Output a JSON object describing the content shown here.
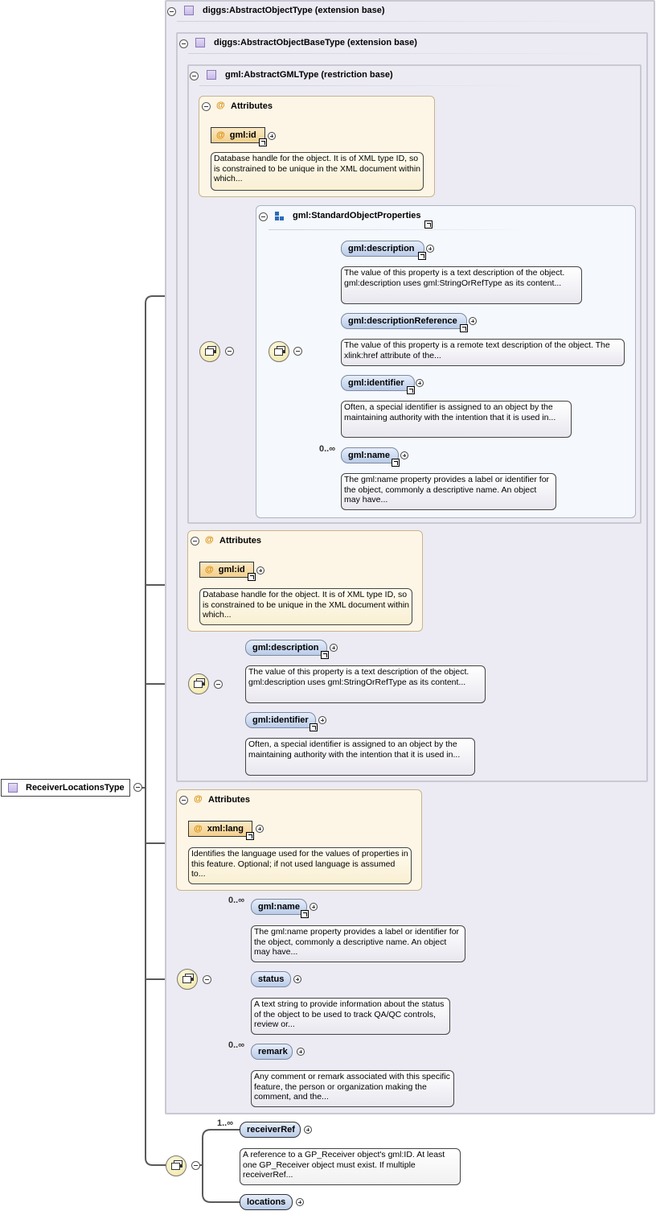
{
  "root": {
    "label": "ReceiverLocationsType"
  },
  "abstract_object_type": {
    "header": "diggs:AbstractObjectType (extension base)"
  },
  "abstract_object_base_type": {
    "header": "diggs:AbstractObjectBaseType (extension base)"
  },
  "abstract_gml_type": {
    "header": "gml:AbstractGMLType (restriction base)",
    "attributes": {
      "title": "Attributes",
      "id_attr": "gml:id",
      "id_doc": "Database handle for the object. It is of XML type ID, so is constrained to be unique in the XML document within which..."
    },
    "group": {
      "title": "gml:StandardObjectProperties",
      "elements": [
        {
          "name": "gml:description",
          "doc": "The value of this property is a text description of the object. gml:description uses gml:StringOrRefType as its content..."
        },
        {
          "name": "gml:descriptionReference",
          "doc": "The value of this property is a remote text description of the object. The xlink:href attribute of the..."
        },
        {
          "name": "gml:identifier",
          "doc": "Often, a special identifier is assigned to an object by the maintaining authority with the intention that it is used in..."
        },
        {
          "name": "gml:name",
          "cardinality": "0..∞",
          "doc": "The gml:name property provides a label or identifier for the object, commonly a descriptive name. An object may have..."
        }
      ]
    }
  },
  "base_attributes": {
    "title": "Attributes",
    "id_attr": "gml:id",
    "id_doc": "Database handle for the object. It is of XML type ID, so is constrained to be unique in the XML document within which..."
  },
  "base_sequence": [
    {
      "name": "gml:description",
      "doc": "The value of this property is a text description of the object. gml:description uses gml:StringOrRefType as its content..."
    },
    {
      "name": "gml:identifier",
      "doc": "Often, a special identifier is assigned to an object by the maintaining authority with the intention that it is used in..."
    }
  ],
  "object_attributes": {
    "title": "Attributes",
    "lang_attr": "xml:lang",
    "lang_doc": "Identifies the language used for the values of properties in this feature. Optional; if not used language is assumed to..."
  },
  "object_sequence": [
    {
      "name": "gml:name",
      "cardinality": "0..∞",
      "doc": "The gml:name property provides a label or identifier for the object, commonly a descriptive name. An object may have..."
    },
    {
      "name": "status",
      "doc": "A text string to provide information about the status of the object to be used to track QA/QC controls, review or..."
    },
    {
      "name": "remark",
      "cardinality": "0..∞",
      "doc": "Any comment or remark associated with this specific feature, the person or organization making the comment, and the..."
    }
  ],
  "receiver_sequence": [
    {
      "name": "receiverRef",
      "cardinality": "1..∞",
      "doc": "A reference to a GP_Receiver object's gml:ID. At least one GP_Receiver object must exist. If multiple receiverRef..."
    },
    {
      "name": "locations"
    }
  ]
}
